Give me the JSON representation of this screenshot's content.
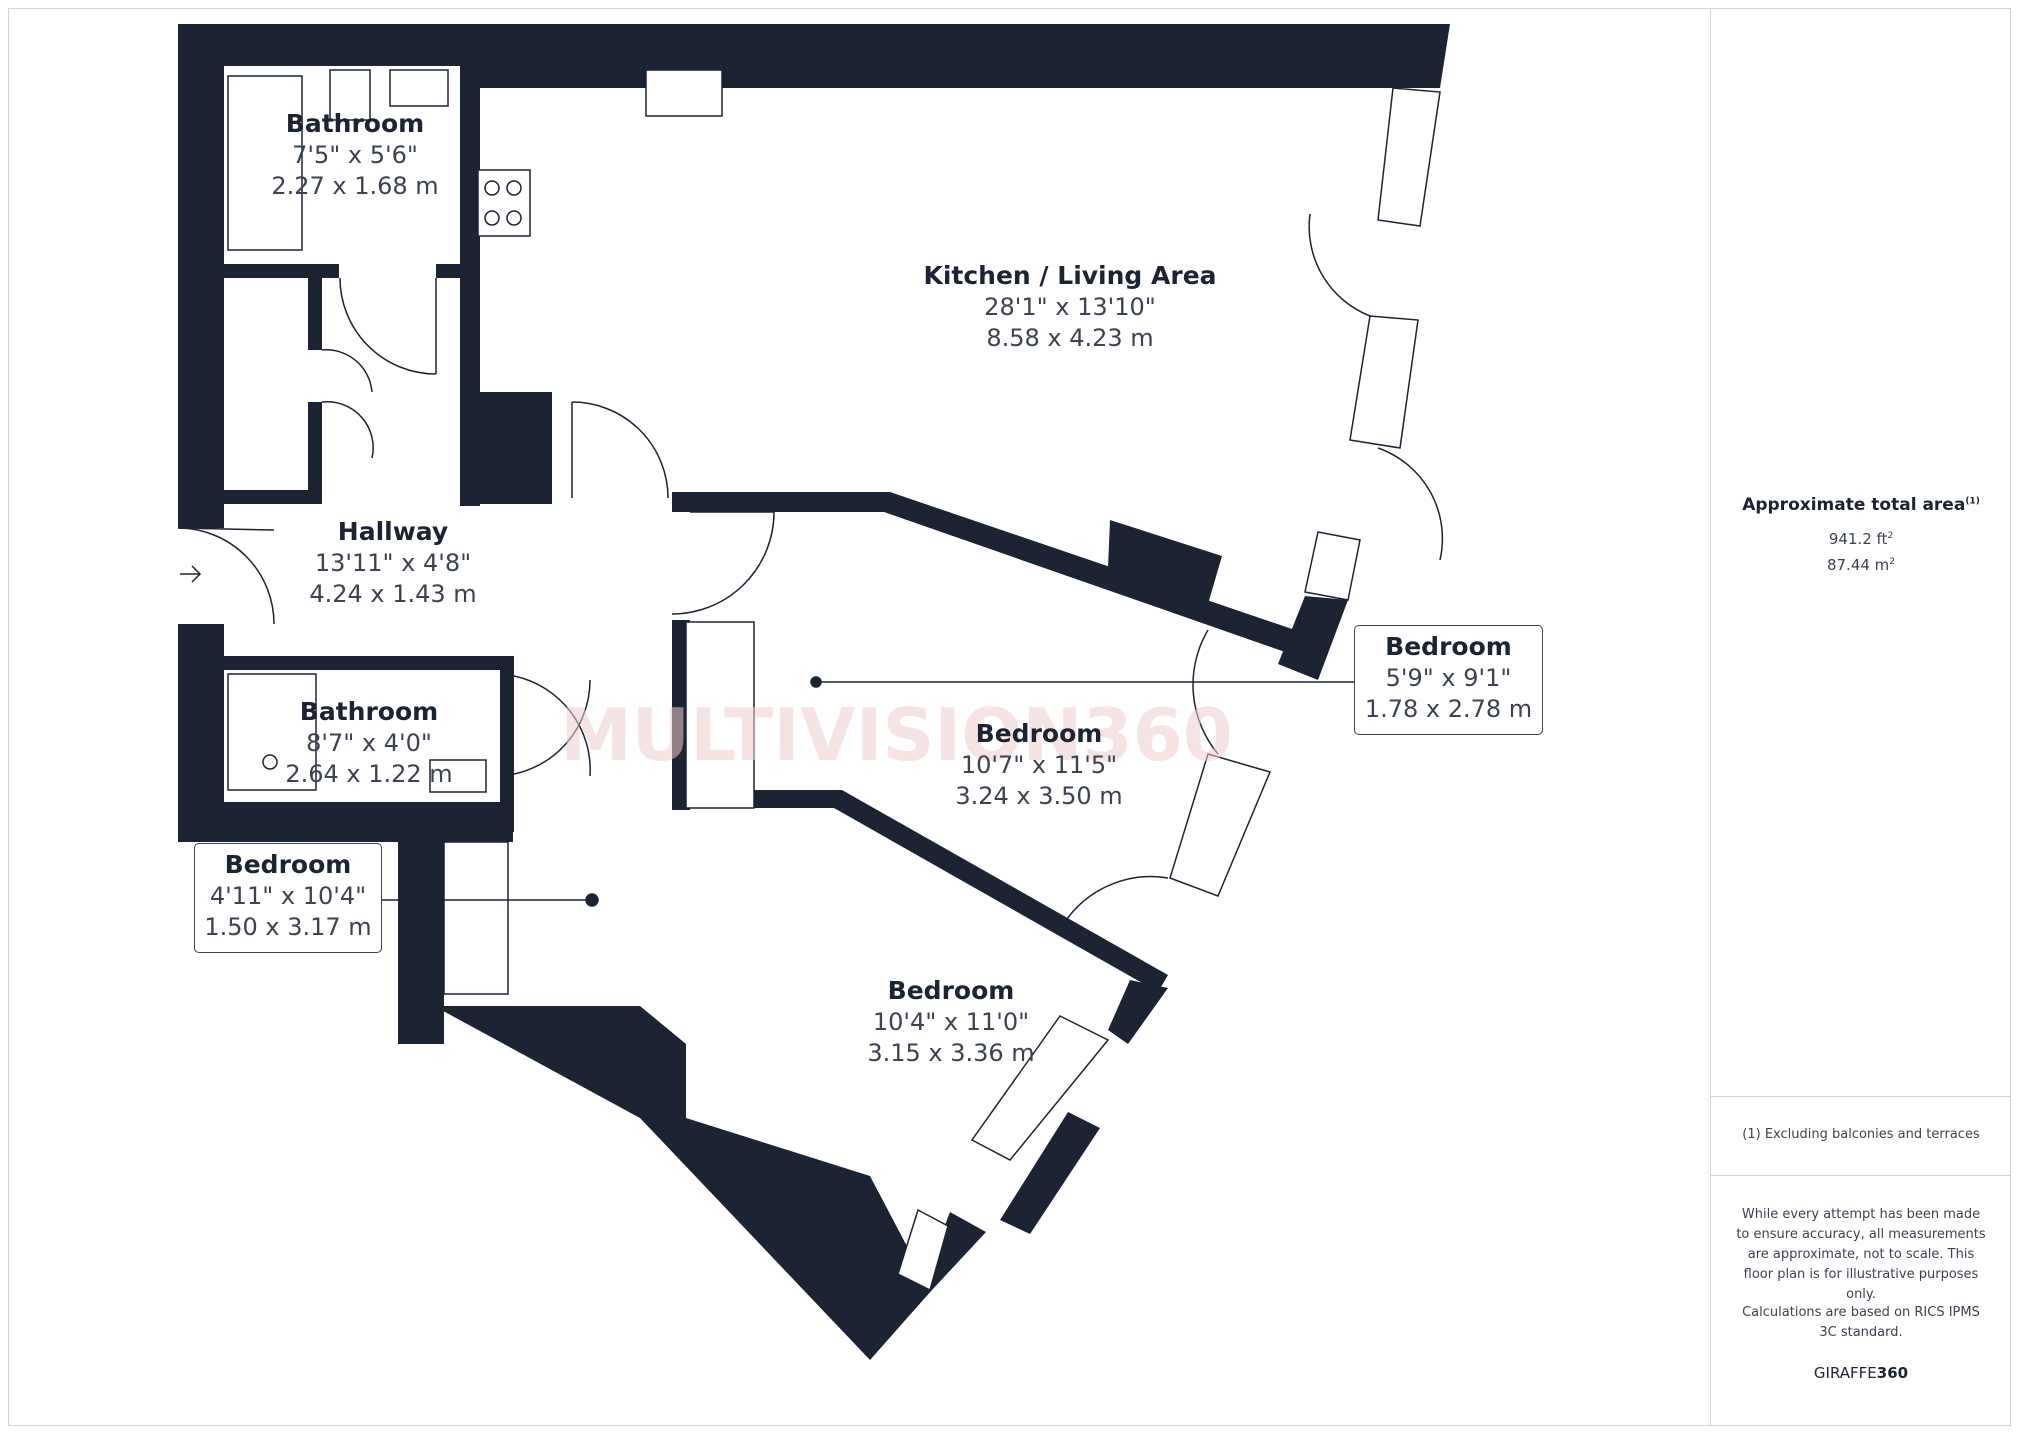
{
  "rooms": {
    "kitchen": {
      "name": "Kitchen / Living Area",
      "imperial": "28'1\" x 13'10\"",
      "metric": "8.58 x 4.23 m"
    },
    "bathroom1": {
      "name": "Bathroom",
      "imperial": "7'5\" x 5'6\"",
      "metric": "2.27 x 1.68 m"
    },
    "hallway": {
      "name": "Hallway",
      "imperial": "13'11\" x 4'8\"",
      "metric": "4.24 x 1.43 m"
    },
    "bathroom2": {
      "name": "Bathroom",
      "imperial": "8'7\" x 4'0\"",
      "metric": "2.64 x 1.22 m"
    },
    "bedroom_center": {
      "name": "Bedroom",
      "imperial": "10'7\" x 11'5\"",
      "metric": "3.24 x 3.50 m"
    },
    "bedroom_small_right": {
      "name": "Bedroom",
      "imperial": "5'9\" x 9'1\"",
      "metric": "1.78 x 2.78 m"
    },
    "bedroom_small_left": {
      "name": "Bedroom",
      "imperial": "4'11\" x 10'4\"",
      "metric": "1.50 x 3.17 m"
    },
    "bedroom_bottom": {
      "name": "Bedroom",
      "imperial": "10'4\" x 11'0\"",
      "metric": "3.15 x 3.36 m"
    }
  },
  "summary": {
    "title": "Approximate total area",
    "title_sup": "(1)",
    "area_ft": "941.2 ft",
    "area_m": "87.44 m",
    "sup_2": "2",
    "footnote": "(1) Excluding balconies and terraces",
    "disclaimer": "While every attempt has been made to ensure accuracy, all measurements are approximate, not to scale. This floor plan is for illustrative purposes only.",
    "calculation": "Calculations are based on RICS IPMS 3C standard.",
    "brand_a": "GIRAFFE",
    "brand_b": "360"
  },
  "watermark": {
    "text": "MULTIVISION360"
  },
  "colors": {
    "wall": "#1c2333",
    "text": "#1c2333",
    "watermark": "#f0cfcf"
  }
}
